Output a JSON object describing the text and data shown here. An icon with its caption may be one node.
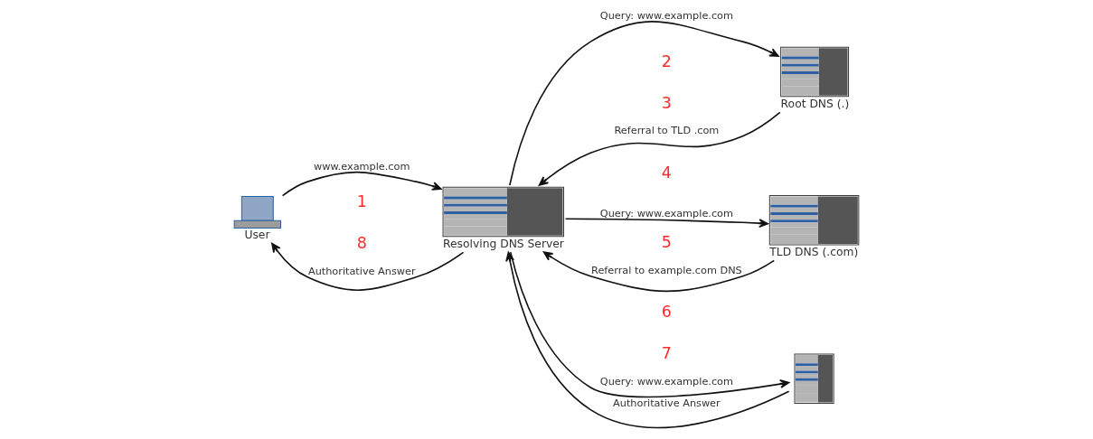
{
  "diagram": {
    "nodes": [
      {
        "text": [
          "User"
        ]
      },
      {
        "text": [
          "Resolving DNS Server"
        ]
      },
      {
        "text": [
          "Root DNS (.)"
        ]
      },
      {
        "text": [
          "TLD DNS (.com)"
        ]
      },
      {
        "text": [],
        "shape": "picture"
      }
    ],
    "edges": [
      {
        "from": 0,
        "to": 1,
        "arrow": "to",
        "label": "www.example.com"
      },
      {
        "from": 1,
        "to": 2,
        "arrow": "to",
        "label": "Query: www.example.com"
      },
      {
        "from": 2,
        "to": 1,
        "arrow": "to",
        "label": "Referral to TLD .com"
      },
      {
        "from": 1,
        "to": 3,
        "arrow": "to",
        "label": "Query: www.example.com"
      },
      {
        "from": 3,
        "to": 1,
        "arrow": "to",
        "label": "Referral to example.com DNS"
      },
      {
        "from": 1,
        "to": 4,
        "arrow": "to",
        "label": "Query: www.example.com"
      },
      {
        "from": 4,
        "to": 1,
        "arrow": "to",
        "label": "Authoritative Answer"
      },
      {
        "from": 1,
        "to": 0,
        "arrow": "to",
        "label": "Authoritative Answer"
      }
    ],
    "labels": [
      "2",
      "3",
      "1",
      "4",
      "5",
      "8",
      "6",
      "7"
    ]
  }
}
